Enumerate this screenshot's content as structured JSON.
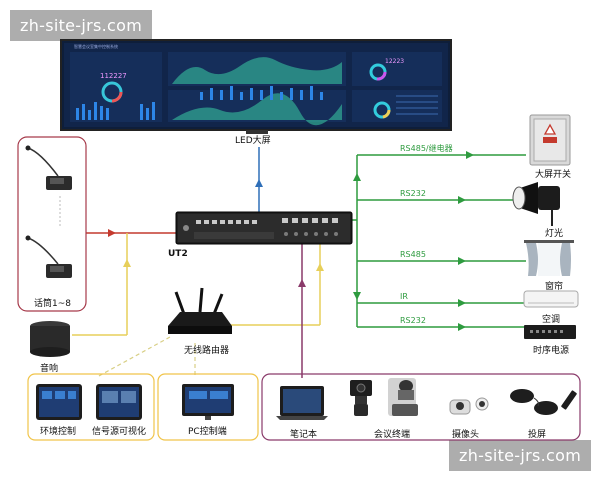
{
  "watermark_top": "zh-site-jrs.com",
  "watermark_bottom": "zh-site-jrs.com",
  "screen": {
    "label": "LED大屏",
    "dashboard_title": "智慧会议室集中控制系统",
    "counter": "112227",
    "counter2": "12223"
  },
  "controller": {
    "label": "UT2"
  },
  "mic": {
    "label": "话筒1~8"
  },
  "speaker": {
    "label": "音响"
  },
  "router": {
    "label": "无线路由器"
  },
  "left_panel": {
    "items": [
      "环境控制",
      "信号源可视化"
    ]
  },
  "pc_panel": {
    "label": "PC控制端"
  },
  "bottom_devices": {
    "items": [
      "笔记本",
      "会议终端",
      "摄像头",
      "投屏"
    ]
  },
  "right_devices": [
    {
      "link": "RS485/继电器",
      "label": "大屏开关"
    },
    {
      "link": "RS232",
      "label": "灯光"
    },
    {
      "link": "RS485",
      "label": "窗帘"
    },
    {
      "link": "IR",
      "label": "空调"
    },
    {
      "link": "RS232",
      "label": "时序电源"
    }
  ],
  "colors": {
    "green": "#2e9b3f",
    "red": "#c43a2e",
    "yellow": "#e7cf5a",
    "blue": "#2f6fb8",
    "purple": "#8a3a6a"
  }
}
